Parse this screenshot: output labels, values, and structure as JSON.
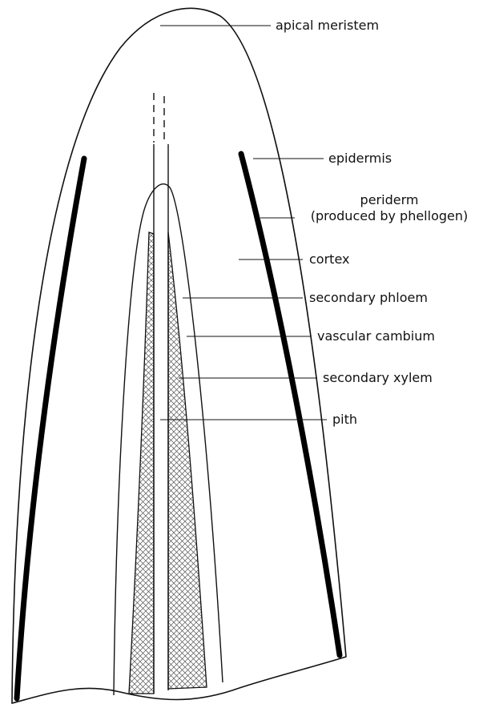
{
  "labels": {
    "apical_meristem": "apical meristem",
    "epidermis": "epidermis",
    "periderm_line1": "periderm",
    "periderm_line2": "(produced by phellogen)",
    "cortex": "cortex",
    "secondary_phloem": "secondary phloem",
    "vascular_cambium": "vascular cambium",
    "secondary_xylem": "secondary xylem",
    "pith": "pith"
  },
  "colors": {
    "stroke": "#111111",
    "periderm": "#000000",
    "xylem_hatch": "#555555",
    "background": "#ffffff"
  }
}
